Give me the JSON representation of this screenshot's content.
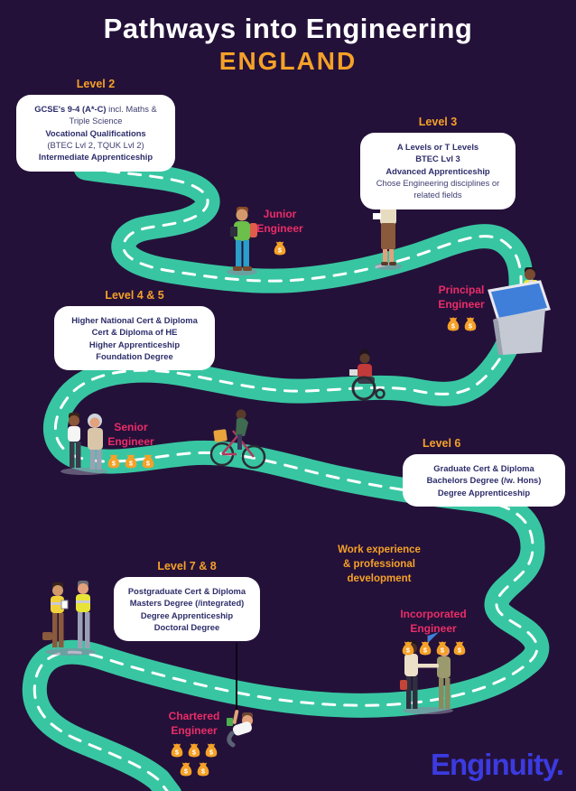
{
  "title": {
    "main": "Pathways into Engineering",
    "country": "ENGLAND"
  },
  "palette": {
    "background": "#241139",
    "road": "#38c6a2",
    "road_dash": "#ffffff",
    "box_text": "#2d2d6b",
    "level_label_orange": "#f5a128",
    "engineer_pink": "#ea2d68",
    "money_bag_orange": "#f5a128",
    "logo_blue": "#3b3be0"
  },
  "icons": {
    "money_bag_symbol": "$"
  },
  "levels": {
    "level2": {
      "label": "Level 2",
      "line1_bold": "GCSE's 9-4 (A*-C)",
      "line1_regular": " incl. Maths &",
      "line2": "Triple Science",
      "line3": "Vocational Qualifications",
      "line4": "(BTEC Lvl 2, TQUK Lvl 2)",
      "line5": "Intermediate Apprenticeship"
    },
    "level3": {
      "label": "Level 3",
      "line1": "A Levels or T Levels",
      "line2": "BTEC Lvl 3",
      "line3": "Advanced Apprenticeship",
      "line4": "Chose Engineering disciplines or related fields"
    },
    "level45": {
      "label": "Level 4 & 5",
      "line1": "Higher National Cert & Diploma",
      "line2": "Cert & Diploma of HE",
      "line3": "Higher Apprenticeship",
      "line4": "Foundation Degree"
    },
    "level6": {
      "label": "Level 6",
      "line1": "Graduate Cert & Diploma",
      "line2": "Bachelors Degree (/w. Hons)",
      "line3": "Degree Apprenticeship"
    },
    "level78": {
      "label": "Level 7 & 8",
      "line1": "Postgraduate Cert & Diploma",
      "line2": "Masters Degree (/integrated)",
      "line3": "Degree Apprenticeship",
      "line4": "Doctoral Degree"
    }
  },
  "engineers": {
    "junior": {
      "line1": "Junior",
      "line2": "Engineer",
      "bags": 1
    },
    "principal": {
      "line1": "Principal",
      "line2": "Engineer",
      "bags": 2
    },
    "senior": {
      "line1": "Senior",
      "line2": "Engineer",
      "bags": 3
    },
    "incorporated": {
      "line1": "Incorporated",
      "line2": "Engineer",
      "bags": 4
    },
    "chartered": {
      "line1": "Chartered",
      "line2": "Engineer",
      "bags": 5
    }
  },
  "notes": {
    "work_line1": "Work experience",
    "work_line2": "& professional",
    "work_line3": "development"
  },
  "logo": {
    "text": "Enginuity."
  }
}
